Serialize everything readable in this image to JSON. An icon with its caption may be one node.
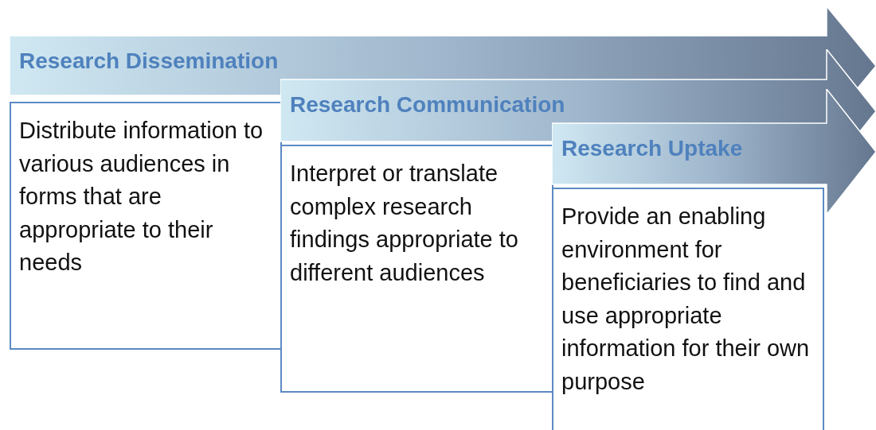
{
  "diagram": {
    "nodes": [
      {
        "text": [
          "Research Dissemination"
        ]
      },
      {
        "text": [
          "Distribute information to various audiences in forms that are appropriate to their needs"
        ]
      },
      {
        "text": [
          "Research Communication"
        ]
      },
      {
        "text": [
          "Interpret or translate complex research findings appropriate to different audiences"
        ]
      },
      {
        "text": [
          "Research Uptake"
        ]
      },
      {
        "text": [
          "Provide an enabling environment for beneficiaries to find and use appropriate information for their own purpose"
        ]
      }
    ]
  }
}
